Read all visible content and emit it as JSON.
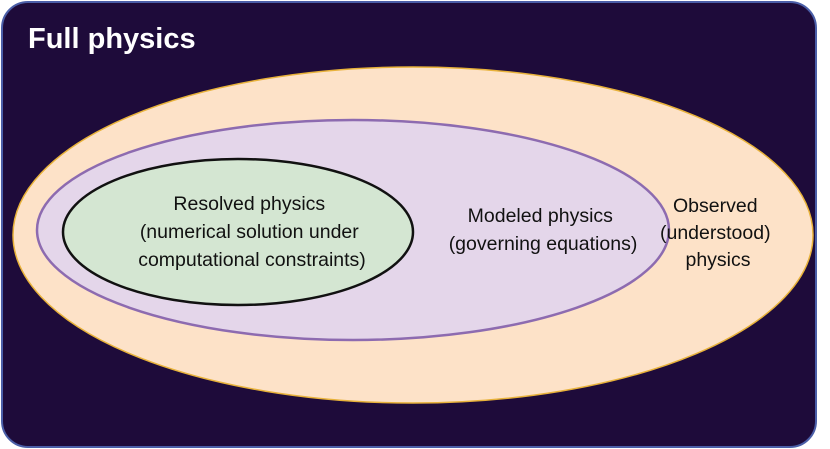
{
  "title": "Full physics",
  "regions": {
    "observed": {
      "lines": [
        "Observed",
        "(understood)",
        "physics"
      ]
    },
    "modeled": {
      "lines": [
        "Modeled physics",
        "(governing equations)"
      ]
    },
    "resolved": {
      "lines": [
        "Resolved physics",
        "(numerical solution under",
        "computational constraints)"
      ]
    }
  },
  "colors": {
    "outer_bg": "#1e0b3a",
    "outer_border": "#4b5fa8",
    "observed_fill": "#fde2c8",
    "observed_border": "#e8b23a",
    "modeled_fill": "#e4d6ea",
    "modeled_border": "#8d6bb0",
    "resolved_fill": "#d4e6d2",
    "resolved_border": "#111111"
  }
}
